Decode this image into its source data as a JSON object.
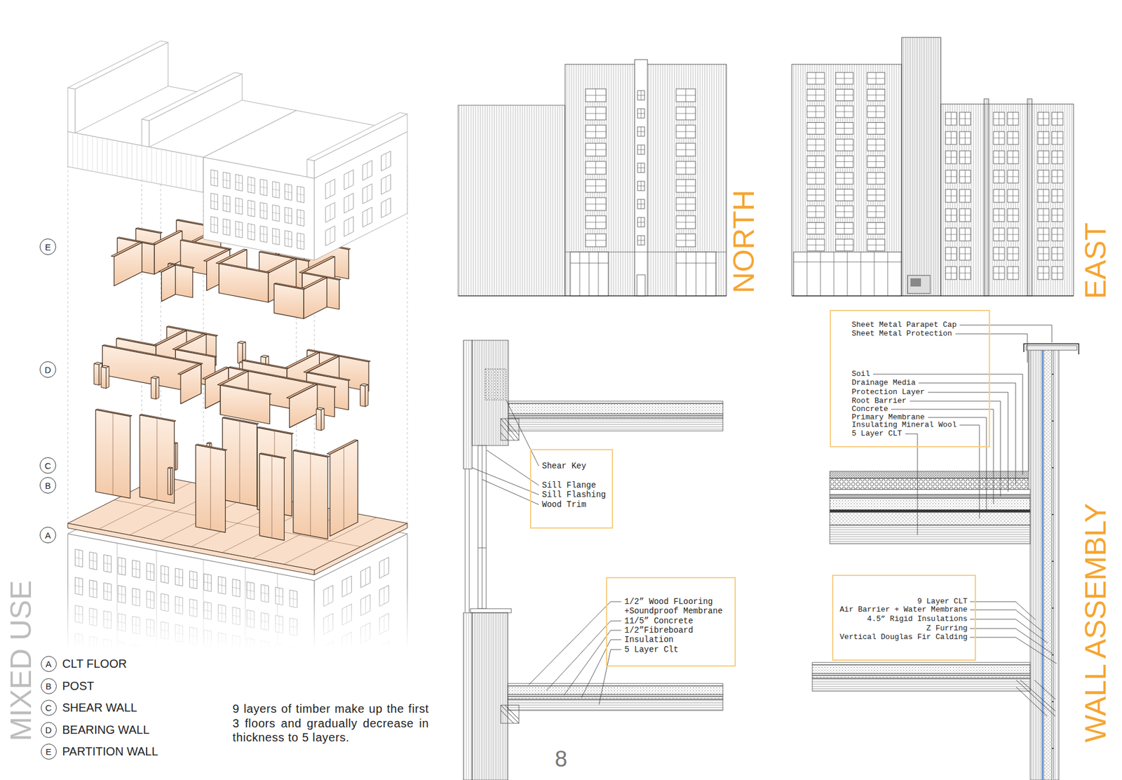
{
  "diagram": {
    "title": "MIXED USE",
    "nodes": [
      {
        "text": [
          "E"
        ]
      },
      {
        "text": [
          "D"
        ]
      },
      {
        "text": [
          "C"
        ]
      },
      {
        "text": [
          "B"
        ]
      },
      {
        "text": [
          "A"
        ]
      },
      {
        "text": [
          "A",
          "CLT FLOOR"
        ]
      },
      {
        "text": [
          "B",
          "POST"
        ]
      },
      {
        "text": [
          "C",
          "SHEAR WALL"
        ]
      },
      {
        "text": [
          "D",
          "BEARING WALL"
        ]
      },
      {
        "text": [
          "E",
          "PARTITION WALL"
        ]
      },
      {
        "text": [
          "Shear Key",
          "Sill Flange",
          "Sill Flashing",
          "Wood Trim"
        ]
      },
      {
        "text": [
          "1/2” Wood FLooring +Soundproof Membrane",
          "11/5” Concrete",
          "1/2”Fibreboard",
          "Insulation",
          "5 Layer Clt"
        ]
      },
      {
        "text": [
          "Sheet Metal Parapet Cap",
          "Sheet Metal Protection",
          "Soil",
          "Drainage Media",
          "Protection Layer",
          "Root Barrier",
          "Concrete",
          "Primary Membrane",
          "Insulating Mineral Wool",
          "5 Layer CLT"
        ]
      },
      {
        "text": [
          "9 Layer CLT",
          "Air Barrier + Water Membrane",
          "4.5” Rigid Insulations",
          "Z Furring",
          "Vertical Douglas Fir Calding"
        ]
      }
    ],
    "labels": [
      "9 layers of timber make up the first 3 floors and gradually decrease in thickness to 5 layers.",
      "8",
      "NORTH",
      "EAST",
      "WALL ASSEMBLY"
    ]
  }
}
